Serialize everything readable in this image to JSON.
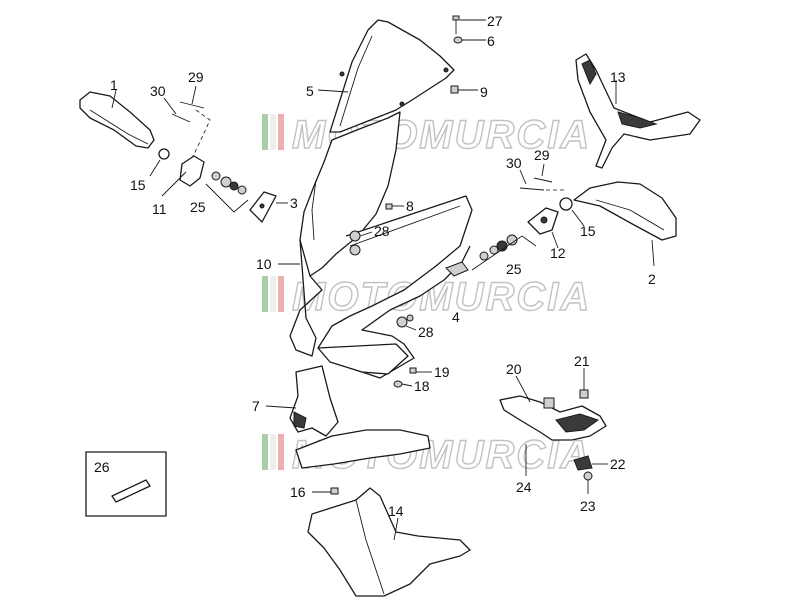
{
  "watermark": {
    "text": "MOTOMURCIA"
  },
  "callouts": [
    {
      "id": "c27",
      "label": "27"
    },
    {
      "id": "c6",
      "label": "6"
    },
    {
      "id": "c9",
      "label": "9"
    },
    {
      "id": "c5",
      "label": "5"
    },
    {
      "id": "c13",
      "label": "13"
    },
    {
      "id": "c1",
      "label": "1"
    },
    {
      "id": "c29a",
      "label": "29"
    },
    {
      "id": "c30a",
      "label": "30"
    },
    {
      "id": "c15a",
      "label": "15"
    },
    {
      "id": "c11",
      "label": "11"
    },
    {
      "id": "c25a",
      "label": "25"
    },
    {
      "id": "c3",
      "label": "3"
    },
    {
      "id": "c8",
      "label": "8"
    },
    {
      "id": "c28a",
      "label": "28"
    },
    {
      "id": "c10",
      "label": "10"
    },
    {
      "id": "c30b",
      "label": "30"
    },
    {
      "id": "c29b",
      "label": "29"
    },
    {
      "id": "c12",
      "label": "12"
    },
    {
      "id": "c15b",
      "label": "15"
    },
    {
      "id": "c2",
      "label": "2"
    },
    {
      "id": "c25b",
      "label": "25"
    },
    {
      "id": "c4",
      "label": "4"
    },
    {
      "id": "c28b",
      "label": "28"
    },
    {
      "id": "c19",
      "label": "19"
    },
    {
      "id": "c18",
      "label": "18"
    },
    {
      "id": "c7",
      "label": "7"
    },
    {
      "id": "c20",
      "label": "20"
    },
    {
      "id": "c21",
      "label": "21"
    },
    {
      "id": "c26",
      "label": "26"
    },
    {
      "id": "c22",
      "label": "22"
    },
    {
      "id": "c16",
      "label": "16"
    },
    {
      "id": "c24",
      "label": "24"
    },
    {
      "id": "c23",
      "label": "23"
    },
    {
      "id": "c14",
      "label": "14"
    }
  ]
}
